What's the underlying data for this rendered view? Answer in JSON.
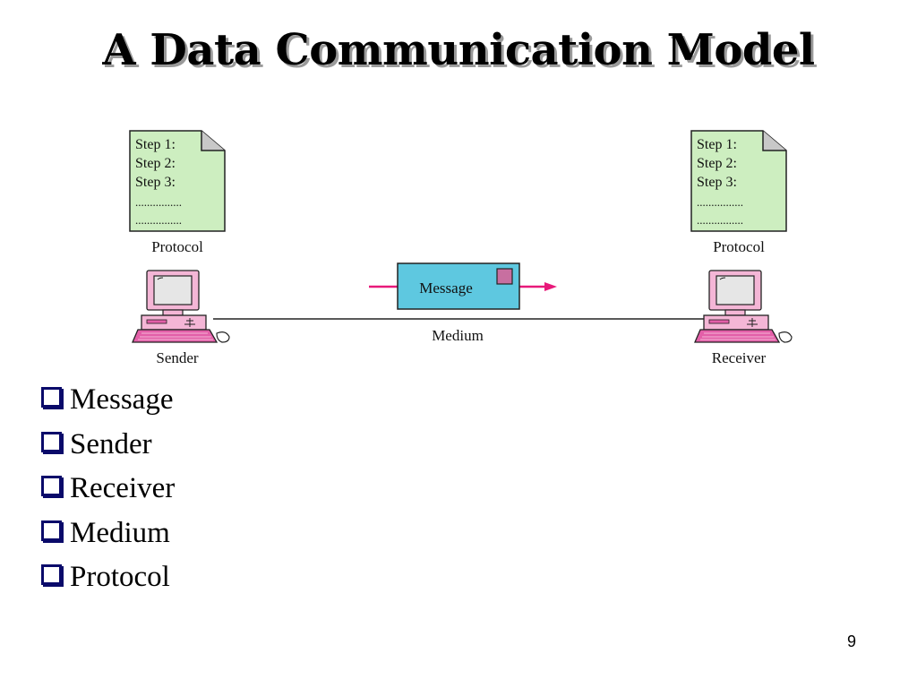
{
  "slide": {
    "title": "A Data Communication Model",
    "page_number": "9"
  },
  "diagram": {
    "sender_doc": {
      "steps": [
        "Step 1:",
        "Step 2:",
        "Step 3:",
        "................",
        "................"
      ],
      "label": "Protocol"
    },
    "receiver_doc": {
      "steps": [
        "Step 1:",
        "Step 2:",
        "Step 3:",
        "................",
        "................"
      ],
      "label": "Protocol"
    },
    "message_label": "Message",
    "medium_label": "Medium",
    "sender_label": "Sender",
    "receiver_label": "Receiver",
    "colors": {
      "doc_fill": "#cdeec0",
      "message_fill": "#5ec8e0",
      "message_stamp": "#c86fa0",
      "arrow": "#e8197a",
      "computer_pink": "#f4b6d6",
      "keyboard_pink": "#e35fa8",
      "screen": "#e6e6e6"
    }
  },
  "bullets": [
    {
      "label": "Message"
    },
    {
      "label": "Sender"
    },
    {
      "label": "Receiver"
    },
    {
      "label": "Medium"
    },
    {
      "label": "Protocol"
    }
  ]
}
